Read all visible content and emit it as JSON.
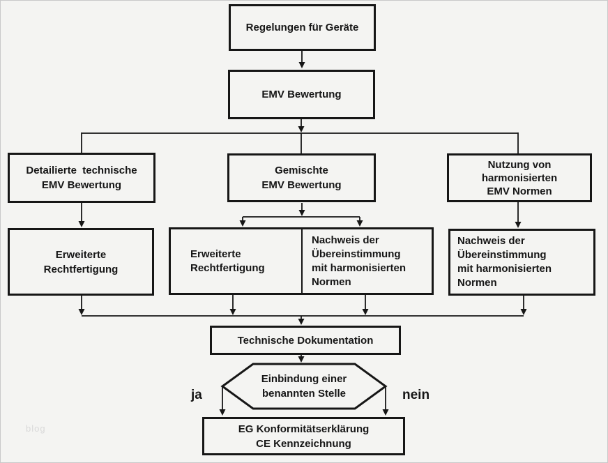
{
  "page": {
    "background": "#f4f4f2",
    "line_color": "#161616",
    "watermark_color": "#d9d9d9"
  },
  "watermark": "blog",
  "flowchart": {
    "regelungen": {
      "label": "Regelungen für Geräte"
    },
    "emv_bewertung": {
      "label": "EMV Bewertung"
    },
    "detailierte": {
      "lines": [
        "Detailierte  technische",
        "EMV Bewertung"
      ]
    },
    "gemischte": {
      "lines": [
        "Gemischte",
        "EMV Bewertung"
      ]
    },
    "nutzung": {
      "lines": [
        "Nutzung von",
        "harmonisierten",
        "EMV Normen"
      ]
    },
    "erweiterte_links": {
      "lines": [
        "Erweiterte",
        "Rechtfertigung"
      ]
    },
    "kombiniert_links": {
      "lines": [
        "Erweiterte",
        "Rechtfertigung"
      ]
    },
    "kombiniert_rechts": {
      "lines": [
        "Nachweis der",
        "Übereinstimmung",
        "mit harmonisierten",
        "Normen"
      ]
    },
    "nachweis_rechts": {
      "lines": [
        "Nachweis der",
        "Übereinstimmung",
        "mit harmonisierten",
        "Normen"
      ]
    },
    "tech_dok": {
      "label": "Technische Dokumentation"
    },
    "entscheidung": {
      "lines": [
        "Einbindung einer",
        "benannten Stelle"
      ]
    },
    "ja_label": "ja",
    "nein_label": "nein",
    "eg_ce": {
      "lines": [
        "EG Konformitätserklärung",
        "CE Kennzeichnung"
      ]
    }
  }
}
